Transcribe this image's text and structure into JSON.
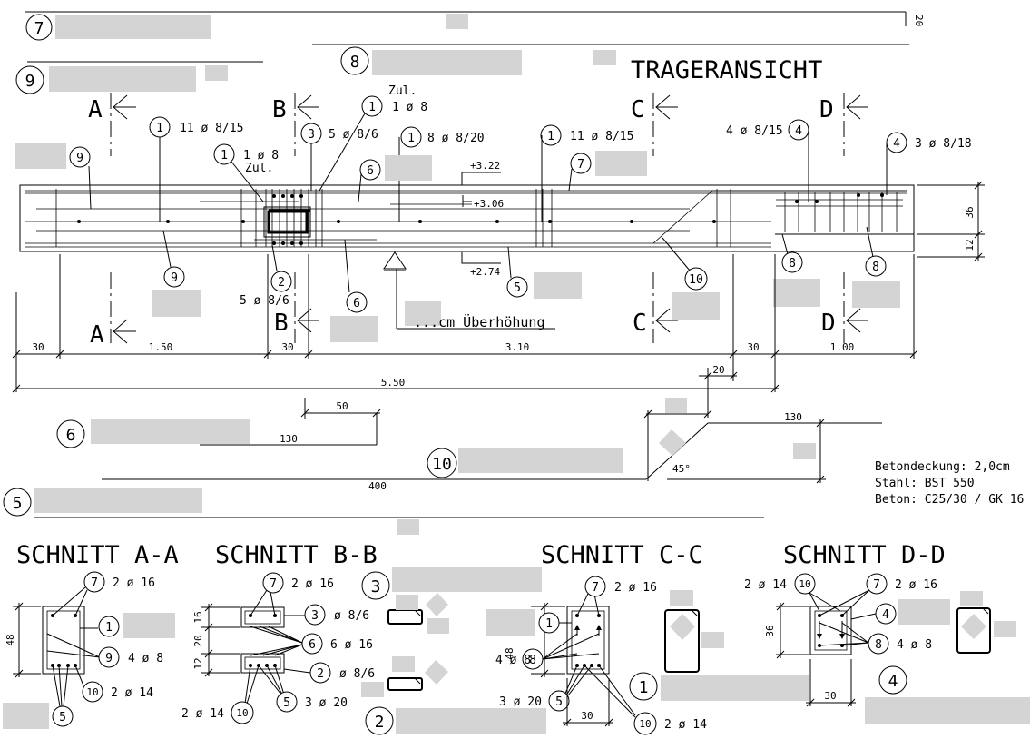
{
  "title": "TRAGERANSICHT",
  "hints": {
    "zul_top": "Zul.",
    "zul_left": "Zul.",
    "top_bar_20": "20",
    "ueberhoehung": "...cm Überhöhung"
  },
  "callouts": {
    "c1a": {
      "num": "1",
      "text": "11 ø 8/15"
    },
    "c1b": {
      "num": "1",
      "text": "1 ø 8"
    },
    "c1c": {
      "num": "1",
      "text": "1 ø 8"
    },
    "c1d": {
      "num": "1",
      "text": "8 ø 8/20"
    },
    "c1e": {
      "num": "1",
      "text": "11 ø 8/15"
    },
    "c3": {
      "num": "3",
      "text": "5 ø 8/6"
    },
    "c4a": {
      "num": "4",
      "text": "4 ø 8/15"
    },
    "c4b": {
      "num": "4",
      "text": "3 ø 8/18"
    },
    "c2": {
      "num": "2",
      "text": "5 ø 8/6"
    },
    "c5": {
      "num": "5"
    },
    "c6a": {
      "num": "6"
    },
    "c6b": {
      "num": "6"
    },
    "c7": {
      "num": "7"
    },
    "c8a": {
      "num": "8"
    },
    "c8b": {
      "num": "8"
    },
    "c9a": {
      "num": "9"
    },
    "c9b": {
      "num": "9"
    },
    "c10": {
      "num": "10"
    }
  },
  "levels": {
    "l1": "+3.22",
    "l2": "+3.06",
    "l3": "+2.74"
  },
  "section_marks": {
    "a": "A",
    "b": "B",
    "c": "C",
    "d": "D"
  },
  "dims": {
    "d30a": "30",
    "d150": "1.50",
    "d30b": "30",
    "d310": "3.10",
    "d30c": "30",
    "d100": "1.00",
    "d550": "5.50",
    "d20": "20",
    "d36": "36",
    "d12": "12"
  },
  "bar_shapes": {
    "b7": "7",
    "b8": "8",
    "b9": "9",
    "b6": "6",
    "b5": "5",
    "b10": "10",
    "b6_len1": "50",
    "b6_len2": "130",
    "b10_len1": "130",
    "b10_len2": "400",
    "b10_angle": "45°"
  },
  "notes": {
    "cover": "Betondeckung: 2,0cm",
    "steel": "Stahl: BST 550",
    "concrete": "Beton: C25/30 / GK 16"
  },
  "sections": {
    "aa": {
      "title": "SCHNITT A-A",
      "dim_h": "48",
      "c7": "7",
      "c7_text": "2 ø 16",
      "c1": "1",
      "c9": "9",
      "c9_text": "4 ø 8",
      "c10": "10",
      "c10_text": "2 ø 14",
      "c5": "5"
    },
    "bb": {
      "title": "SCHNITT B-B",
      "dim_16": "16",
      "dim_20": "20",
      "dim_12": "12",
      "c7": "7",
      "c7_text": "2 ø 16",
      "c3": "3",
      "c3_text": "ø 8/6",
      "c6": "6",
      "c6_text": "6 ø 16",
      "c2": "2",
      "c2_text": "ø 8/6",
      "c5": "5",
      "c5_text": "3 ø 20",
      "c10": "10",
      "c10_text": "2 ø 14",
      "shape3": "3",
      "shape2": "2"
    },
    "cc": {
      "title": "SCHNITT C-C",
      "dim_h": "48",
      "c7": "7",
      "c7_text": "2 ø 16",
      "c1": "1",
      "c8": "8",
      "c8_text": "4 ø 8",
      "c5": "5",
      "c5_text": "3 ø 20",
      "c10": "10",
      "c10_text": "2 ø 14",
      "dim_w": "30",
      "shape1": "1"
    },
    "dd": {
      "title": "SCHNITT D-D",
      "dim_h": "36",
      "c10": "10",
      "c10_text": "2 ø 14",
      "c7": "7",
      "c7_text": "2 ø 16",
      "c4": "4",
      "c8": "8",
      "c8_text": "4 ø 8",
      "dim_w": "30",
      "shape4": "4"
    }
  }
}
